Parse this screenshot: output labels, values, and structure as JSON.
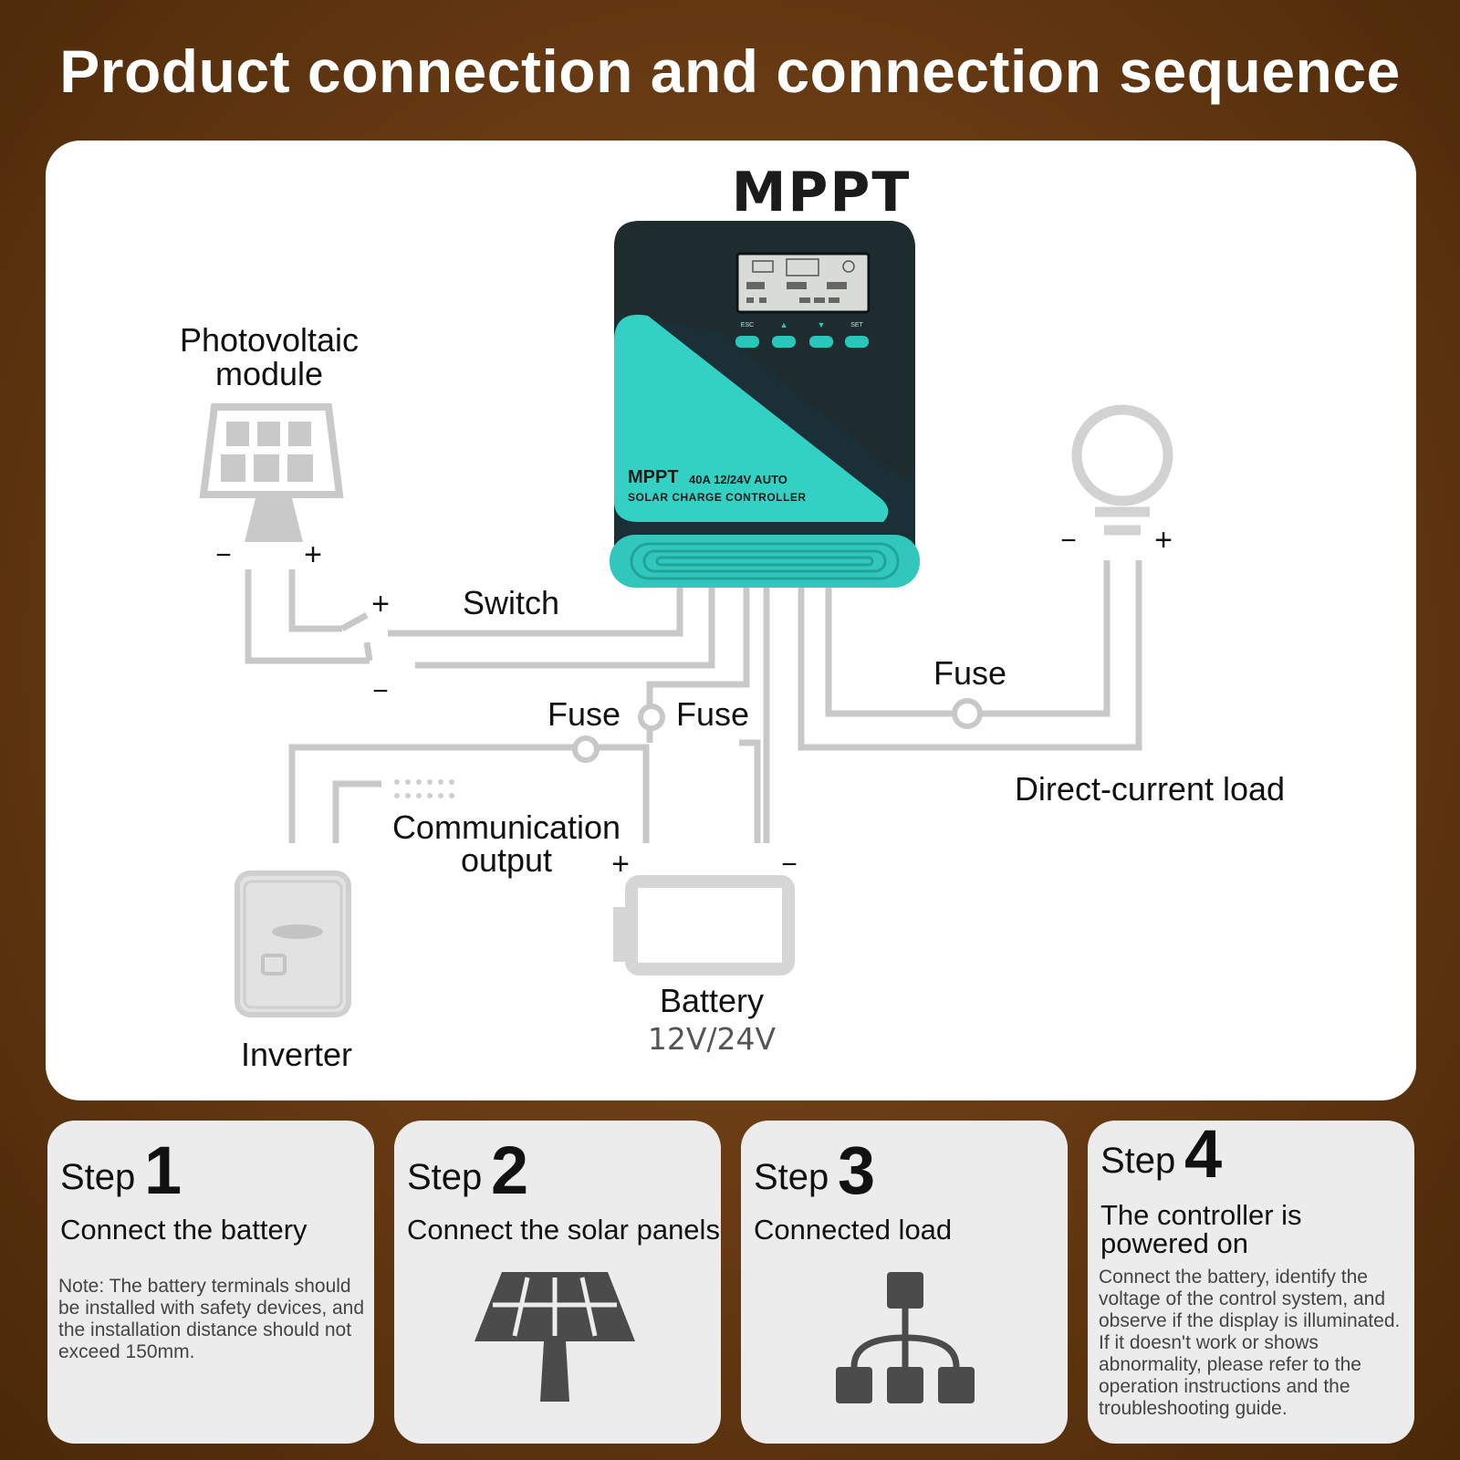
{
  "header": {
    "title": "Product connection and connection sequence"
  },
  "diagram": {
    "controller_title": "MPPT",
    "device": {
      "brand": "MPPT",
      "spec": "40A  12/24V AUTO",
      "subtitle": "SOLAR CHARGE CONTROLLER",
      "buttons": [
        "ESC",
        "▲",
        "▼",
        "SET"
      ]
    },
    "labels": {
      "pv_line1": "Photovoltaic",
      "pv_line2": "module",
      "switch": "Switch",
      "fuse_left": "Fuse",
      "fuse_mid": "Fuse",
      "fuse_right": "Fuse",
      "dc_load": "Direct-current load",
      "comm_line1": "Communication",
      "comm_line2": "output",
      "inverter": "Inverter",
      "battery": "Battery",
      "battery_voltage": "12V/24V",
      "pv_minus": "−",
      "pv_plus": "+",
      "sw_plus": "+",
      "sw_minus": "−",
      "load_minus": "−",
      "load_plus": "+",
      "bat_plus": "+",
      "bat_minus": "−"
    }
  },
  "steps": [
    {
      "word": "Step",
      "num": "1",
      "heading": "Connect the battery",
      "note": "Note: The battery terminals should be installed with safety devices, and the installation distance should not exceed 150mm."
    },
    {
      "word": "Step",
      "num": "2",
      "heading": "Connect the solar panels"
    },
    {
      "word": "Step",
      "num": "3",
      "heading": "Connected load"
    },
    {
      "word": "Step",
      "num": "4",
      "heading_line1": "The controller is",
      "heading_line2": "powered on",
      "note": "Connect the battery, identify the voltage of the control system, and observe if the display is illuminated. If it doesn't work or shows abnormality, please refer to the operation instructions and the troubleshooting guide."
    }
  ]
}
